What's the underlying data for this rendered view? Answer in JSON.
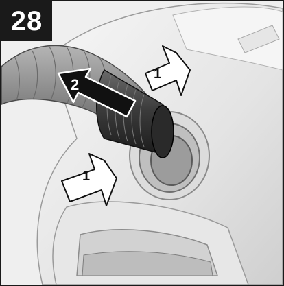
{
  "step": {
    "number": "28"
  },
  "annotations": {
    "arrow_1_upper": "1",
    "arrow_1_lower": "1",
    "arrow_2": "2"
  },
  "colors": {
    "badge_bg": "#1a1a1a",
    "badge_text": "#ffffff",
    "device_body": "#e9e9e9",
    "hose": "#8f8f8f"
  }
}
